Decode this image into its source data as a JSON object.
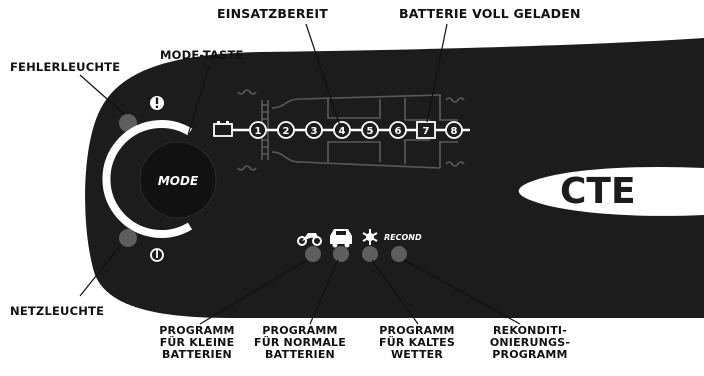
{
  "labels": {
    "fehlerleuchte": "FEHLERLEUCHTE",
    "mode_taste": "MODE-TASTE",
    "einsatzbereit": "EINSATZBEREIT",
    "batterie_voll": "BATTERIE VOLL GELADEN",
    "netzleuchte": "NETZLEUCHTE",
    "programm_klein": [
      "PROGRAMM",
      "FÜR KLEINE",
      "BATTERIEN"
    ],
    "programm_normal": [
      "PROGRAMM",
      "FÜR NORMALE",
      "BATTERIEN"
    ],
    "programm_kalt": [
      "PROGRAMM",
      "FÜR KALTES",
      "WETTER"
    ],
    "rekond": [
      "REKONDITI-",
      "ONIERUNGS-",
      "PROGRAMM"
    ]
  },
  "device": {
    "mode_button_text": "MODE",
    "recond_text": "RECOND",
    "logo_text": "CTE",
    "steps": [
      "1",
      "2",
      "3",
      "4",
      "5",
      "6",
      "7",
      "8"
    ],
    "error_icon": "exclamation-icon",
    "power_icon": "power-icon"
  },
  "colors": {
    "body": "#1c1c1c",
    "led": "#5e5e5e",
    "white": "#ffffff",
    "outline": "#5a5a5a"
  }
}
